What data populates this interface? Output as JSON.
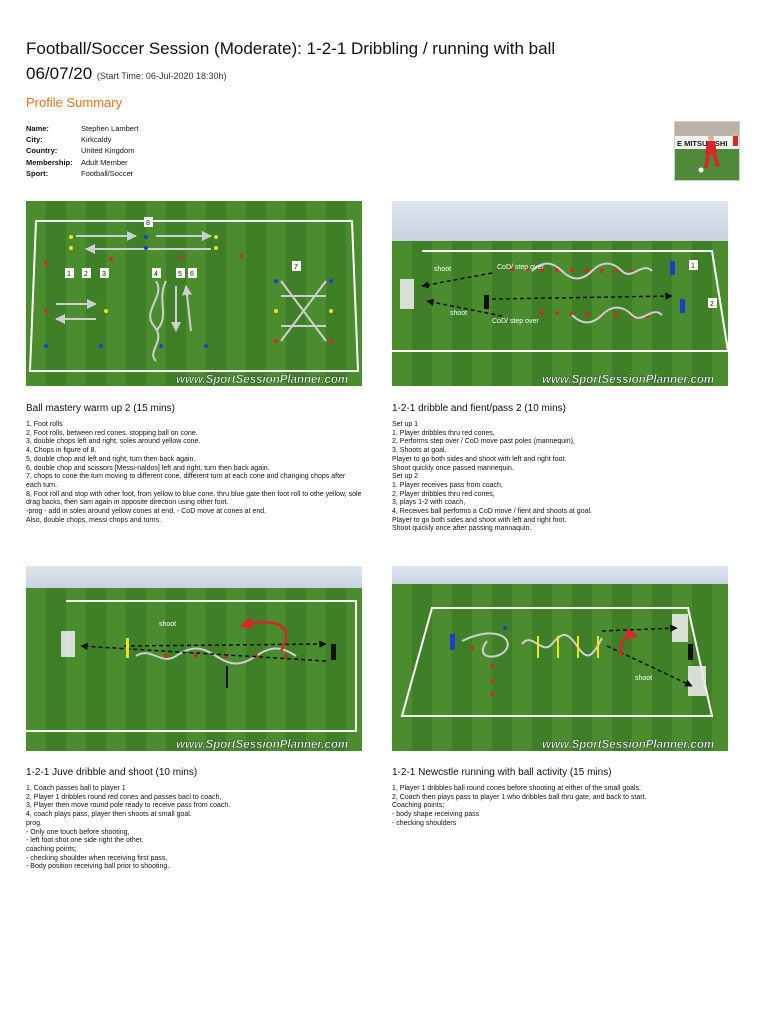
{
  "header": {
    "title": "Football/Soccer Session (Moderate): 1-2-1 Dribbling / running with ball 06/07/20",
    "start_time": "(Start Time: 06-Jul-2020 18:30h)"
  },
  "profile": {
    "heading": "Profile Summary",
    "fields": [
      {
        "key": "Name:",
        "value": "Stephen Lambert"
      },
      {
        "key": "City:",
        "value": "Kirkcaldy"
      },
      {
        "key": "Country:",
        "value": "United Kingdom"
      },
      {
        "key": "Membership:",
        "value": "Adult Member"
      },
      {
        "key": "Sport:",
        "value": "Football/Soccer"
      }
    ],
    "avatar_text": "E MITSUBISHI"
  },
  "watermark": "www.SportSessionPlanner.com",
  "panels": [
    {
      "title": "Ball mastery warm up 2 (15 mins)",
      "diagram_labels": [
        "1",
        "2",
        "3",
        "4",
        "5",
        "6",
        "7",
        "8"
      ],
      "lines": [
        "1, Foot rolls",
        "2, Foot rolls, between red cones. stopping ball on cone.",
        "3, double chops left and right, soles around yellow cone.",
        "4, Chops in figure of 8.",
        "5, double chop and left and right, turn then back again.",
        "6, double chop and scissors [Messi-naldos] left and right, turn then back again.",
        "7, chops to cone the turn moving to different cone, different turn at each cone and changing chops after each turn.",
        "8, Foot roll and stop with other foot, from yellow to blue cone. thru blue gate then foot roll to othe yellow, sole drag backs, then sam again in opposite direction using other foot.",
        "-prog - add in soles around yellow cones at end, - CoD move at cones at end.",
        "Also, double chops, messi chops and turns."
      ]
    },
    {
      "title": "1-2-1 dribble and fient/pass 2 (10 mins)",
      "diagram_labels": [
        "shoot",
        "CoD/ step over",
        "shoot",
        "CoD/ step over",
        "1",
        "2"
      ],
      "lines": [
        "Set up 1",
        "1. Player dribbles thru red cones,",
        "2, Performs step over / CoD move past poles (mannequin),",
        "3, Shoots at goal.",
        "Player to go both sides and shoot with left and right foot.",
        "Shoot quickly once passed mannequin.",
        "Set up 2",
        "1. Player receives pass from coach,",
        "2, Player dribbles thru red cones,",
        "3, plays 1-2 with coach,",
        "4, Receives ball performs a CoD move / fient and shoots at goal.",
        "Player to go both sides and shoot with left and right foot.",
        "Shoot quickly once after passing mannaquin."
      ]
    },
    {
      "title": "1-2-1 Juve dribble and shoot (10 mins)",
      "diagram_labels": [
        "shoot"
      ],
      "lines": [
        "1, Coach passes ball to player 1",
        "2, Player 1 dribbles round red cones and passes bacl to coach,",
        "3, Player then move round pole ready to receive pass from coach.",
        "4, coach plays pass, player then shoots at small goal.",
        "prog.",
        "- Only one touch before shooting,",
        "- left foot shot one side right the other.",
        "coaching points;",
        "- checking shoulder when receiving first pass,",
        "- Body position receiving ball prior to shooting."
      ]
    },
    {
      "title": "1-2-1 Newcstle running with ball activity (15 mins)",
      "diagram_labels": [
        "shoot"
      ],
      "lines": [
        "1, Player 1 dribbles ball round cones before shooting at either of the small goals.",
        "2, Coach then plays pass to player 1 who dribbles ball thru gate, and back to start.",
        "Coaching points;",
        "- body shape receiving pass",
        "- checking shoulders"
      ]
    }
  ]
}
